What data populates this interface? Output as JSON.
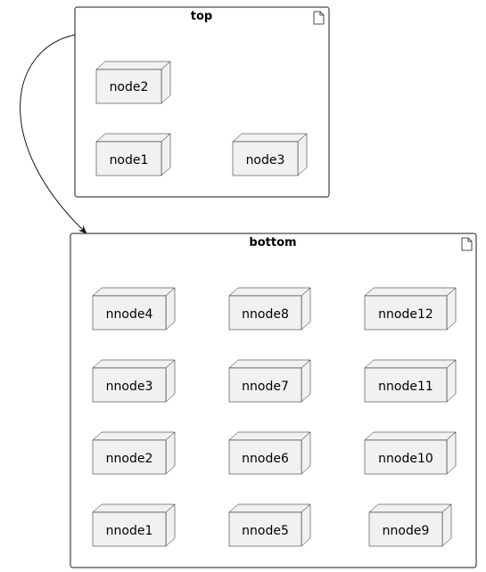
{
  "containers": [
    {
      "id": "top",
      "title": "top"
    },
    {
      "id": "bottom",
      "title": "bottom"
    }
  ],
  "nodes": {
    "top": [
      "node2",
      "node1",
      "node3"
    ],
    "bottom": [
      "nnode4",
      "nnode3",
      "nnode2",
      "nnode1",
      "nnode8",
      "nnode7",
      "nnode6",
      "nnode5",
      "nnode12",
      "nnode11",
      "nnode10",
      "nnode9"
    ]
  },
  "edges": [
    {
      "from": "top",
      "to": "bottom"
    }
  ],
  "colors": {
    "node_fill": "#f1f1f1",
    "stroke": "#181818",
    "background": "#ffffff"
  }
}
